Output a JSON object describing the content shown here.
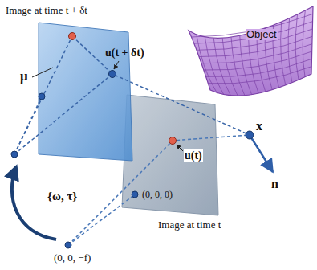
{
  "diagram": {
    "labels": [
      "Object",
      "Image at time t + δt",
      "u(t + δt)",
      "μ",
      "x",
      "n",
      "u(t)",
      "(0, 0, 0)",
      "{ω, τ}",
      "(0, 0, −f)",
      "Image at time t"
    ]
  }
}
